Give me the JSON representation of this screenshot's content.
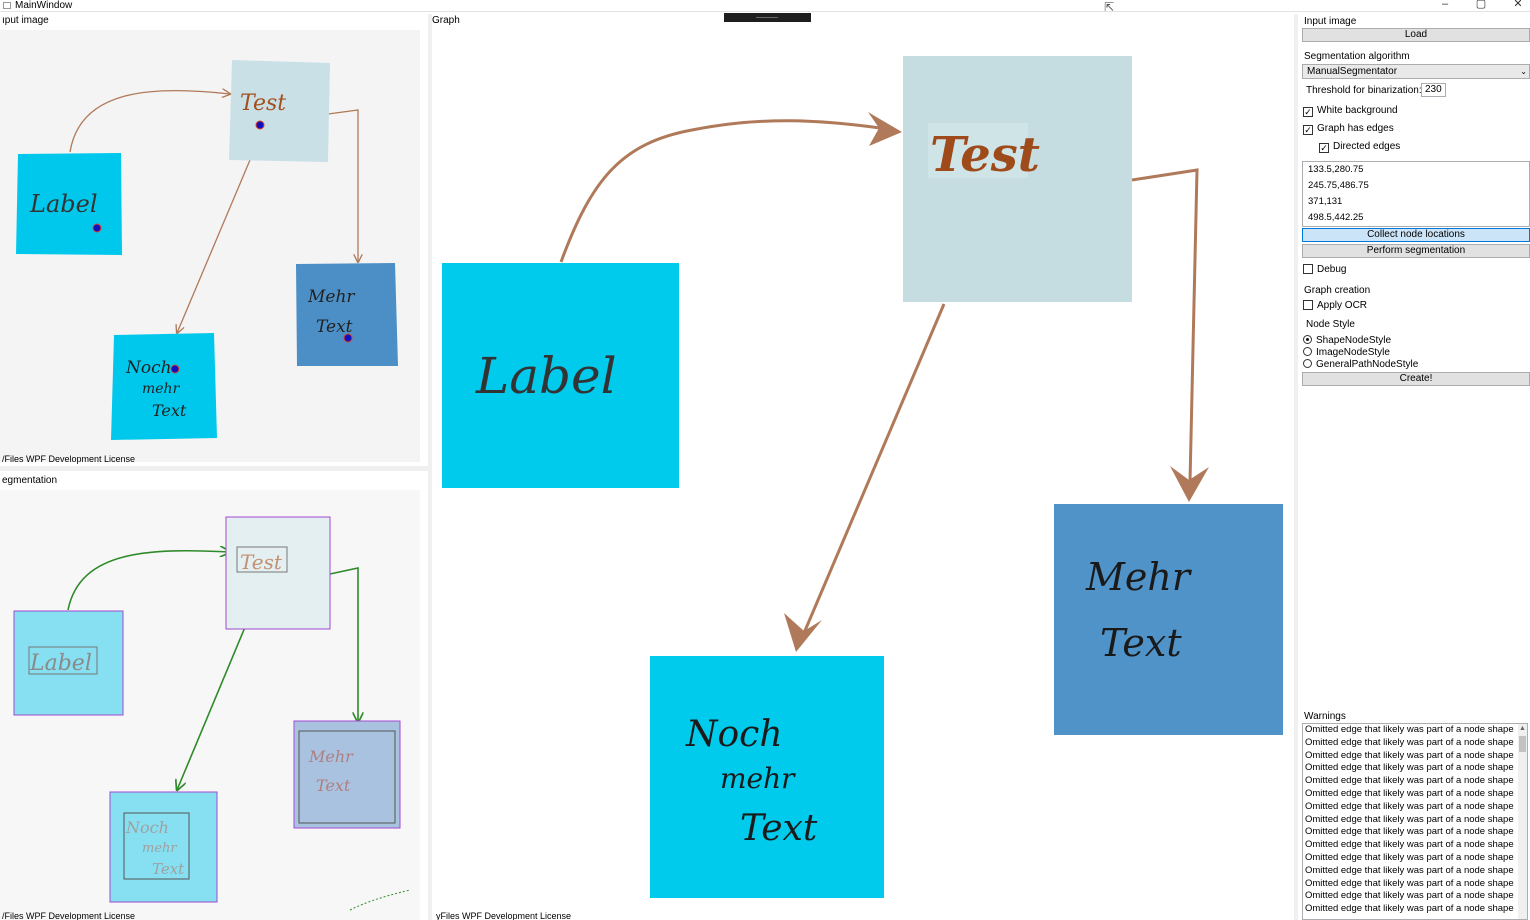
{
  "window": {
    "title": "MainWindow",
    "minimize_glyph": "–",
    "maximize_glyph": "▢",
    "close_glyph": "✕"
  },
  "panels": {
    "input_image_label": "ıput image",
    "graph_label": "Graph",
    "segmentation_label": "egmentation",
    "license_input": "/Files WPF Development License",
    "license_segmentation": "/Files WPF Development License",
    "license_graph": "yFiles WPF Development License"
  },
  "notes": {
    "test": "Test",
    "label": "Label",
    "mehr": "Mehr",
    "text": "Text",
    "noch": "Noch",
    "mehr_small": "mehr"
  },
  "colors": {
    "cyan_note": "#00ccee",
    "blue_note": "#4f93c8",
    "pale_note": "#c5dde1",
    "edge_brown": "#b07a5a",
    "edge_green": "#2f8a2a",
    "seg_box": "#a24ad0",
    "marker": "#1010c0"
  },
  "settings": {
    "input_image_group": "Input image",
    "load_button": "Load",
    "segmentation_group": "Segmentation algorithm",
    "algorithm_selected": "ManualSegmentator",
    "threshold_label": "Threshold for binarization:",
    "threshold_value": "230",
    "white_background": "White background",
    "graph_has_edges": "Graph has edges",
    "directed_edges": "Directed edges",
    "node_locations": [
      "133.5,280.75",
      "245.75,486.75",
      "371,131",
      "498.5,442.25"
    ],
    "collect_button": "Collect node locations",
    "perform_button": "Perform segmentation",
    "debug": "Debug",
    "graph_creation_group": "Graph creation",
    "apply_ocr": "Apply OCR",
    "node_style_label": "Node Style",
    "style_shape": "ShapeNodeStyle",
    "style_image": "ImageNodeStyle",
    "style_general": "GeneralPathNodeStyle",
    "create_button": "Create!",
    "warnings_label": "Warnings",
    "warning_text": "Omitted edge that likely was part of a node shape"
  }
}
